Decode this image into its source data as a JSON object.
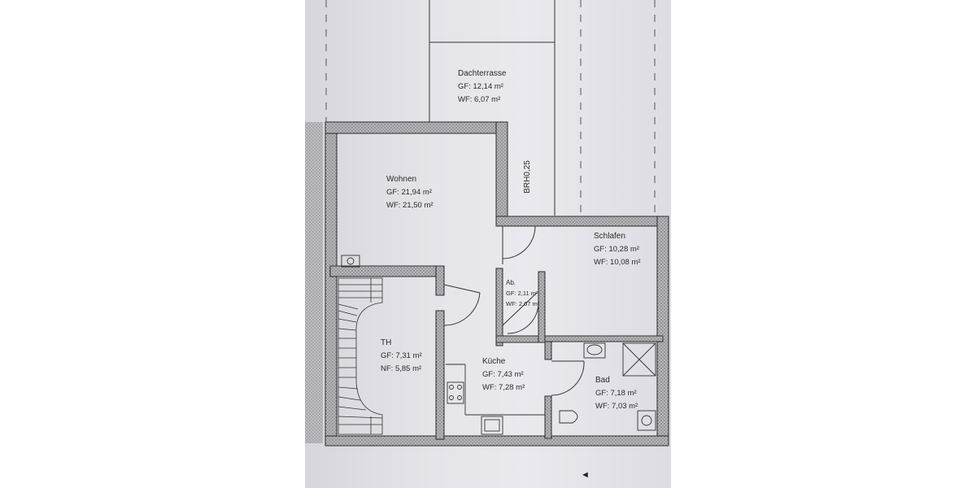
{
  "rooms": {
    "dachterrasse": {
      "name": "Dachterrasse",
      "gf": "GF:  12,14 m²",
      "wf": "WF:   6,07 m²"
    },
    "wohnen": {
      "name": "Wohnen",
      "gf": "GF: 21,94 m²",
      "wf": "WF: 21,50 m²"
    },
    "schlafen": {
      "name": "Schlafen",
      "gf": "GF:  10,28 m²",
      "wf": "WF: 10,08 m²"
    },
    "abstell": {
      "name": "Ab.",
      "gf": "GF: 2,11 m²",
      "wf": "WF: 2,07 m²"
    },
    "treppenhaus": {
      "name": "TH",
      "gf": "GF: 7,31 m²",
      "nf": "NF:  5,85 m²"
    },
    "kueche": {
      "name": "Küche",
      "gf": "GF:  7,43 m²",
      "wf": "WF:  7,28 m²"
    },
    "bad": {
      "name": "Bad",
      "gf": "GF:  7,18 m²",
      "wf": "WF:  7,03 m²"
    }
  },
  "annotations": {
    "brh": "BRH0,25",
    "marker": "◄"
  },
  "colors": {
    "sheet": "#e4e4e9",
    "wall_fill": "#9a9a9a",
    "line": "#2f2f2f"
  }
}
